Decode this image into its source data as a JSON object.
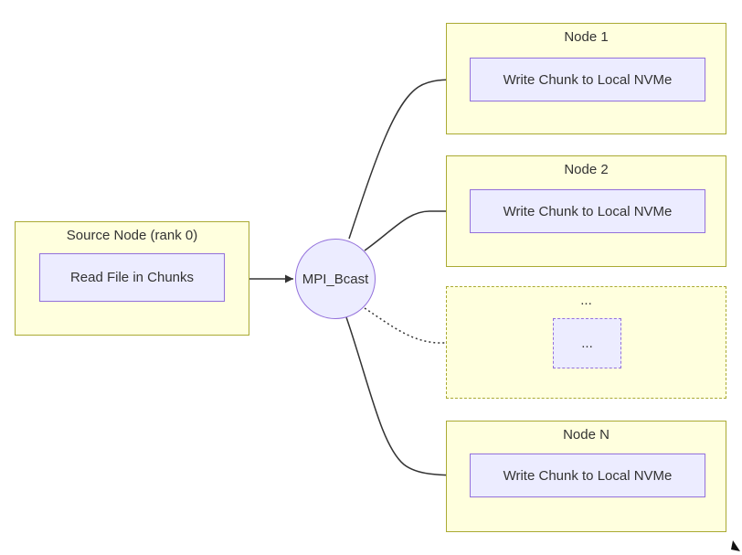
{
  "diagram": {
    "type": "flowchart",
    "background": "#ffffff",
    "colors": {
      "cluster_fill": "#ffffde",
      "cluster_stroke": "#aaaa33",
      "node_fill": "#ECECFF",
      "node_stroke": "#9370DB",
      "edge_color": "#333333",
      "text_color": "#333333"
    },
    "clusters": [
      {
        "id": "source",
        "label": "Source Node (rank 0)",
        "style": "solid"
      },
      {
        "id": "node1",
        "label": "Node 1",
        "style": "solid"
      },
      {
        "id": "node2",
        "label": "Node 2",
        "style": "solid"
      },
      {
        "id": "dots",
        "label": "...",
        "style": "dashed"
      },
      {
        "id": "nodeN",
        "label": "Node N",
        "style": "solid"
      }
    ],
    "nodes": [
      {
        "id": "read",
        "cluster": "source",
        "label": "Read File in Chunks",
        "style": "solid"
      },
      {
        "id": "bcast",
        "cluster": null,
        "label": "MPI_Bcast",
        "style": "circle"
      },
      {
        "id": "w1",
        "cluster": "node1",
        "label": "Write Chunk to Local NVMe",
        "style": "solid"
      },
      {
        "id": "w2",
        "cluster": "node2",
        "label": "Write Chunk to Local NVMe",
        "style": "solid"
      },
      {
        "id": "wdots",
        "cluster": "dots",
        "label": "...",
        "style": "dashed"
      },
      {
        "id": "wN",
        "cluster": "nodeN",
        "label": "Write Chunk to Local NVMe",
        "style": "solid"
      }
    ],
    "edges": [
      {
        "from": "read",
        "to": "bcast",
        "style": "solid",
        "arrow": true
      },
      {
        "from": "bcast",
        "to": "w1",
        "style": "solid",
        "arrow": true
      },
      {
        "from": "bcast",
        "to": "w2",
        "style": "solid",
        "arrow": true
      },
      {
        "from": "bcast",
        "to": "wdots",
        "style": "dotted",
        "arrow": true
      },
      {
        "from": "bcast",
        "to": "wN",
        "style": "solid",
        "arrow": true
      }
    ]
  }
}
